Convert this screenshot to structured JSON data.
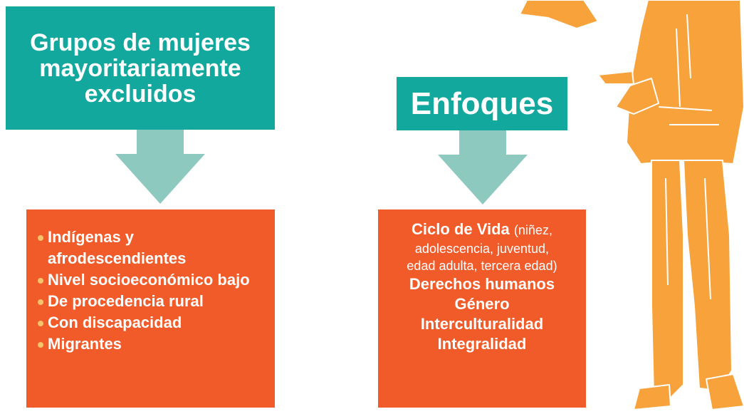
{
  "groups_box": {
    "title": "Grupos de mujeres mayoritariamente excluidos"
  },
  "groups_list": [
    "Indígenas y afrodescendientes",
    "Nivel socioeconómico bajo",
    "De procedencia rural",
    "Con discapacidad",
    "Migrantes"
  ],
  "approaches_box": {
    "title": "Enfoques"
  },
  "approaches": {
    "life_cycle_label": "Ciclo de Vida",
    "life_cycle_detail_1": "(niñez,",
    "life_cycle_detail_2": "adolescencia, juventud,",
    "life_cycle_detail_3": "edad adulta, tercera edad)",
    "items": [
      "Derechos humanos",
      "Género",
      "Interculturalidad",
      "Integralidad"
    ]
  },
  "colors": {
    "teal": "#13a89e",
    "arrow": "#8ec9bf",
    "orange": "#f15a29",
    "figure": "#f7a23b",
    "bullet": "#f7c36b"
  }
}
